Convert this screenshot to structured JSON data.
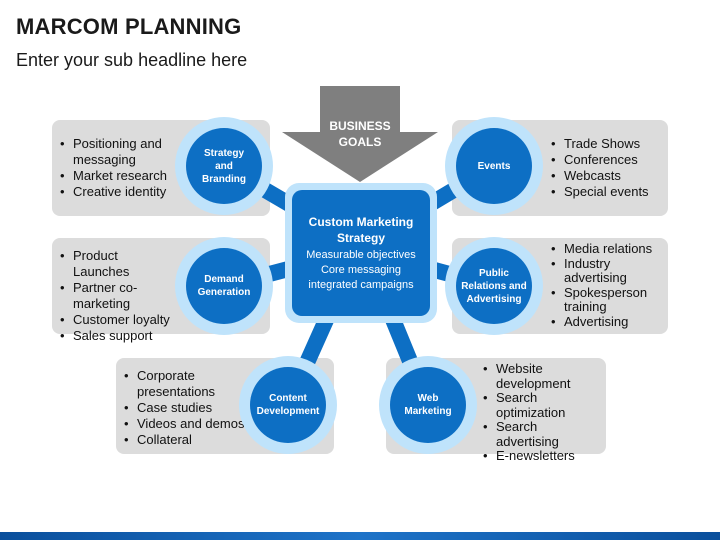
{
  "title": "MARCOM PLANNING",
  "subtitle": "Enter your sub headline here",
  "business_goals": "BUSINESS\nGOALS",
  "center": {
    "title": "Custom Marketing Strategy",
    "lines": [
      "Measurable objectives",
      "Core messaging",
      "integrated campaigns"
    ]
  },
  "nodes": {
    "strategy": "Strategy\nand\nBranding",
    "demand": "Demand\nGeneration",
    "content": "Content\nDevelopment",
    "events": "Events",
    "pr": "Public\nRelations and\nAdvertising",
    "web": "Web\nMarketing"
  },
  "lists": {
    "strategy": [
      "Positioning and messaging",
      "Market research",
      "Creative identity"
    ],
    "demand": [
      "Product Launches",
      "Partner co-marketing",
      "Customer loyalty",
      "Sales support"
    ],
    "content": [
      "Corporate presentations",
      "Case studies",
      "Videos and demos",
      "Collateral"
    ],
    "events": [
      "Trade Shows",
      "Conferences",
      "Webcasts",
      "Special events"
    ],
    "pr": [
      "Media relations",
      "Industry advertising",
      "Spokesperson training",
      "Advertising"
    ],
    "web": [
      "Website development",
      "Search optimization",
      "Search advertising",
      "E-newsletters"
    ]
  },
  "colors": {
    "node_blue": "#0d6fc4",
    "ring_light": "#bfe3fb",
    "box_gray": "#dcdcdc",
    "arrow_gray": "#7f7f7f"
  }
}
